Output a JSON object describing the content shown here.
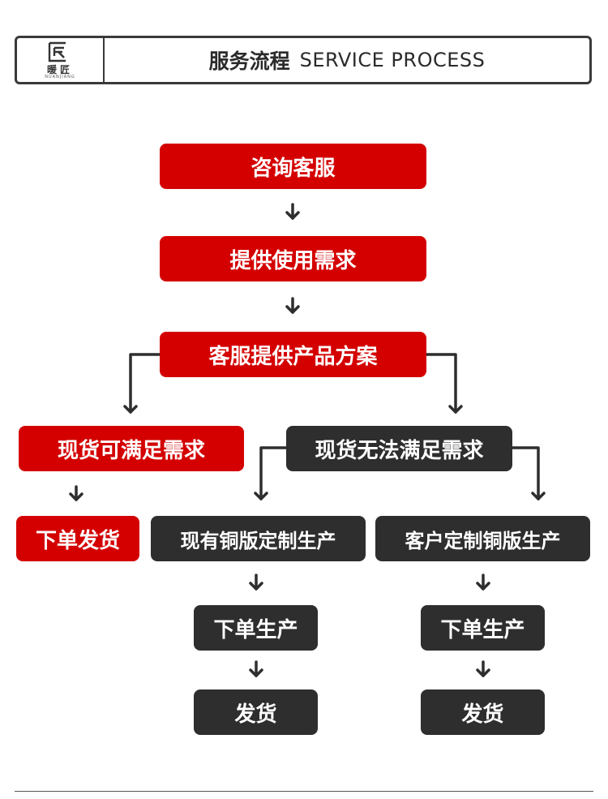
{
  "header": {
    "logo_cn": "暖匠",
    "logo_en": "NUANJIANG",
    "title_cn": "服务流程",
    "title_en": "SERVICE PROCESS"
  },
  "flow": {
    "consult": "咨询客服",
    "requirements": "提供使用需求",
    "solution": "客服提供产品方案",
    "in_stock": "现货可满足需求",
    "not_in_stock": "现货无法满足需求",
    "order_ship": "下单发货",
    "existing_plate": "现有铜版定制生产",
    "custom_plate": "客户定制铜版生产",
    "order_produce_left": "下单生产",
    "order_produce_right": "下单生产",
    "ship_left": "发货",
    "ship_right": "发货"
  },
  "colors": {
    "red": "#d40000",
    "dark": "#2e2e2e",
    "arrow": "#2e2e2e"
  }
}
